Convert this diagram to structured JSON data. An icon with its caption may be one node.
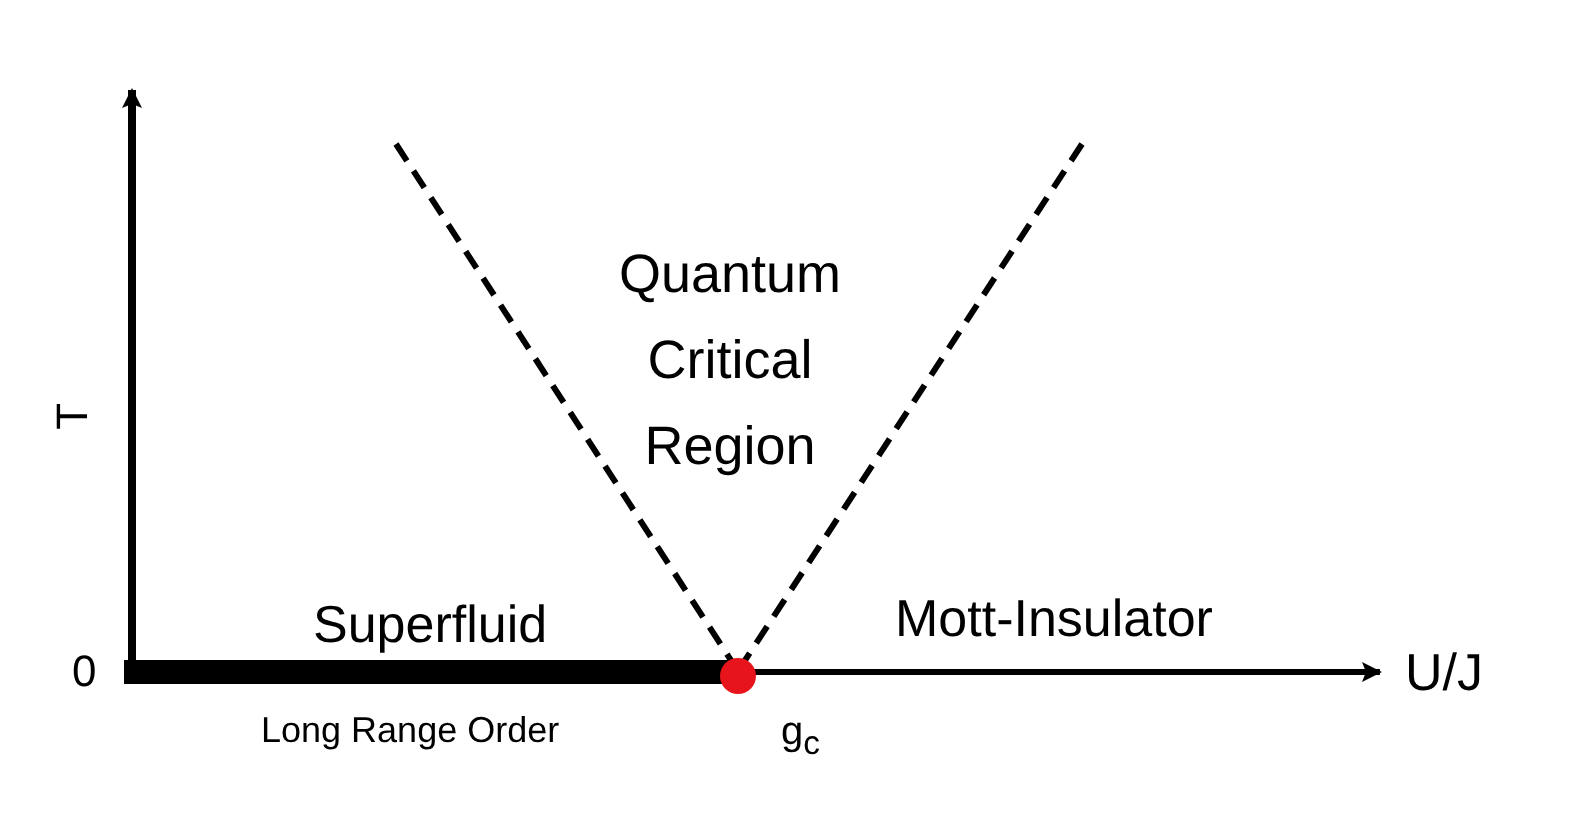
{
  "diagram": {
    "labels": [
      "Quantum Critical Region",
      "T",
      "Superfluid",
      "Mott-Insulator",
      "0",
      "U/J",
      "Long Range Order",
      "g$_{c}$"
    ]
  }
}
